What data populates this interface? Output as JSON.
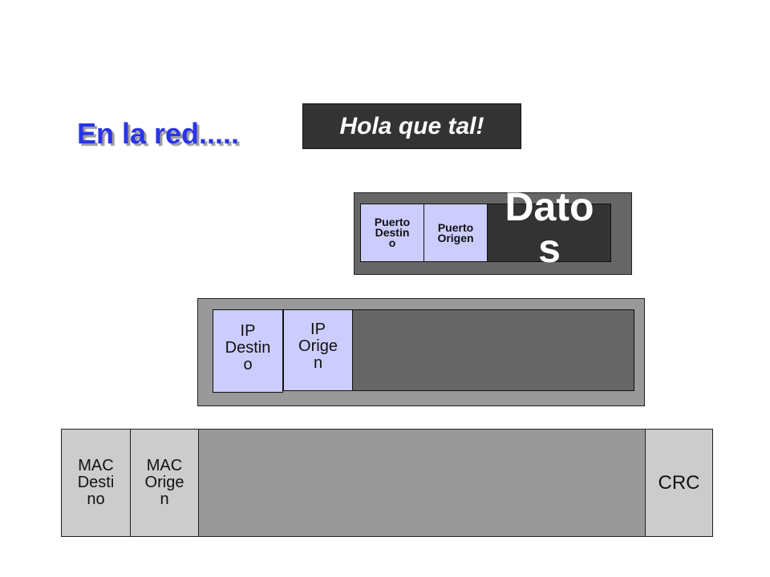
{
  "title": "En la red.....",
  "message": "Hola que tal!",
  "transport": {
    "dest_port": "Puerto\nDestin\no",
    "src_port": "Puerto\nOrigen",
    "data": "Dato\ns"
  },
  "network": {
    "dest_ip": "IP\nDestin\no",
    "src_ip": "IP\nOrige\nn"
  },
  "link": {
    "dest_mac": "MAC\nDesti\nno",
    "src_mac": "MAC\nOrige\nn",
    "crc": "CRC"
  },
  "colors": {
    "title": "#2a33ea",
    "header_fill": "#ccccff",
    "mac_fill": "#cccccc"
  }
}
